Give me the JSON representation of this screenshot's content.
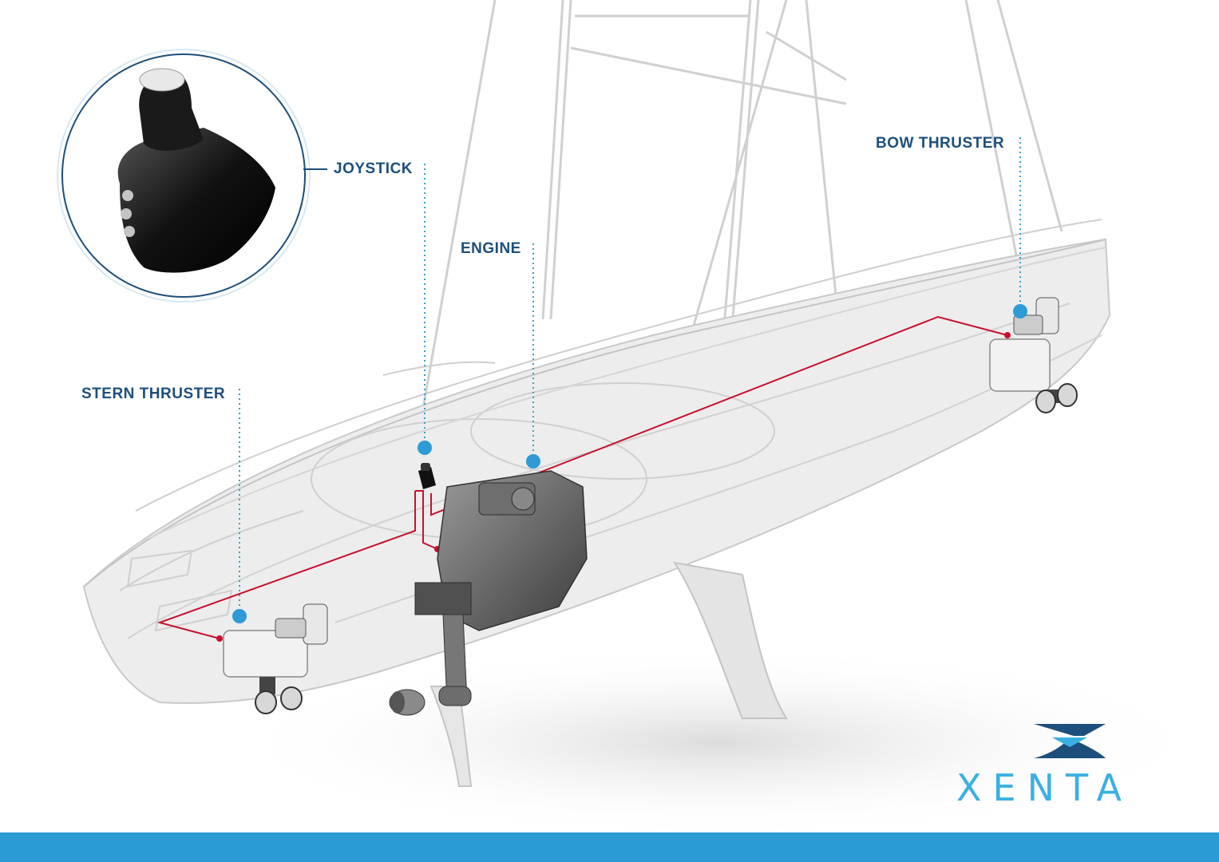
{
  "colors": {
    "label_text": "#1d4f7c",
    "leader_line": "#3a9fd1",
    "marker_dot": "#2e9bd6",
    "wiring": "#c8102e",
    "boat_outline": "#c9c9c9",
    "hull_fill": "#ececec",
    "component_dark": "#333333",
    "bottom_bar": "#2a9bd3",
    "logo_dark": "#1d4f7c",
    "logo_light": "#3ab0e2"
  },
  "labels": {
    "joystick": "JOYSTICK",
    "engine": "ENGINE",
    "bow_thruster": "BOW THRUSTER",
    "stern_thruster": "STERN THRUSTER"
  },
  "brand": {
    "name": "XENTA",
    "icon": "xenta-x-logo-icon"
  },
  "icons": {
    "joystick_inset": "joystick-knob-icon",
    "engine": "engine-block-icon",
    "thruster": "tunnel-thruster-icon",
    "propeller": "propeller-icon"
  }
}
